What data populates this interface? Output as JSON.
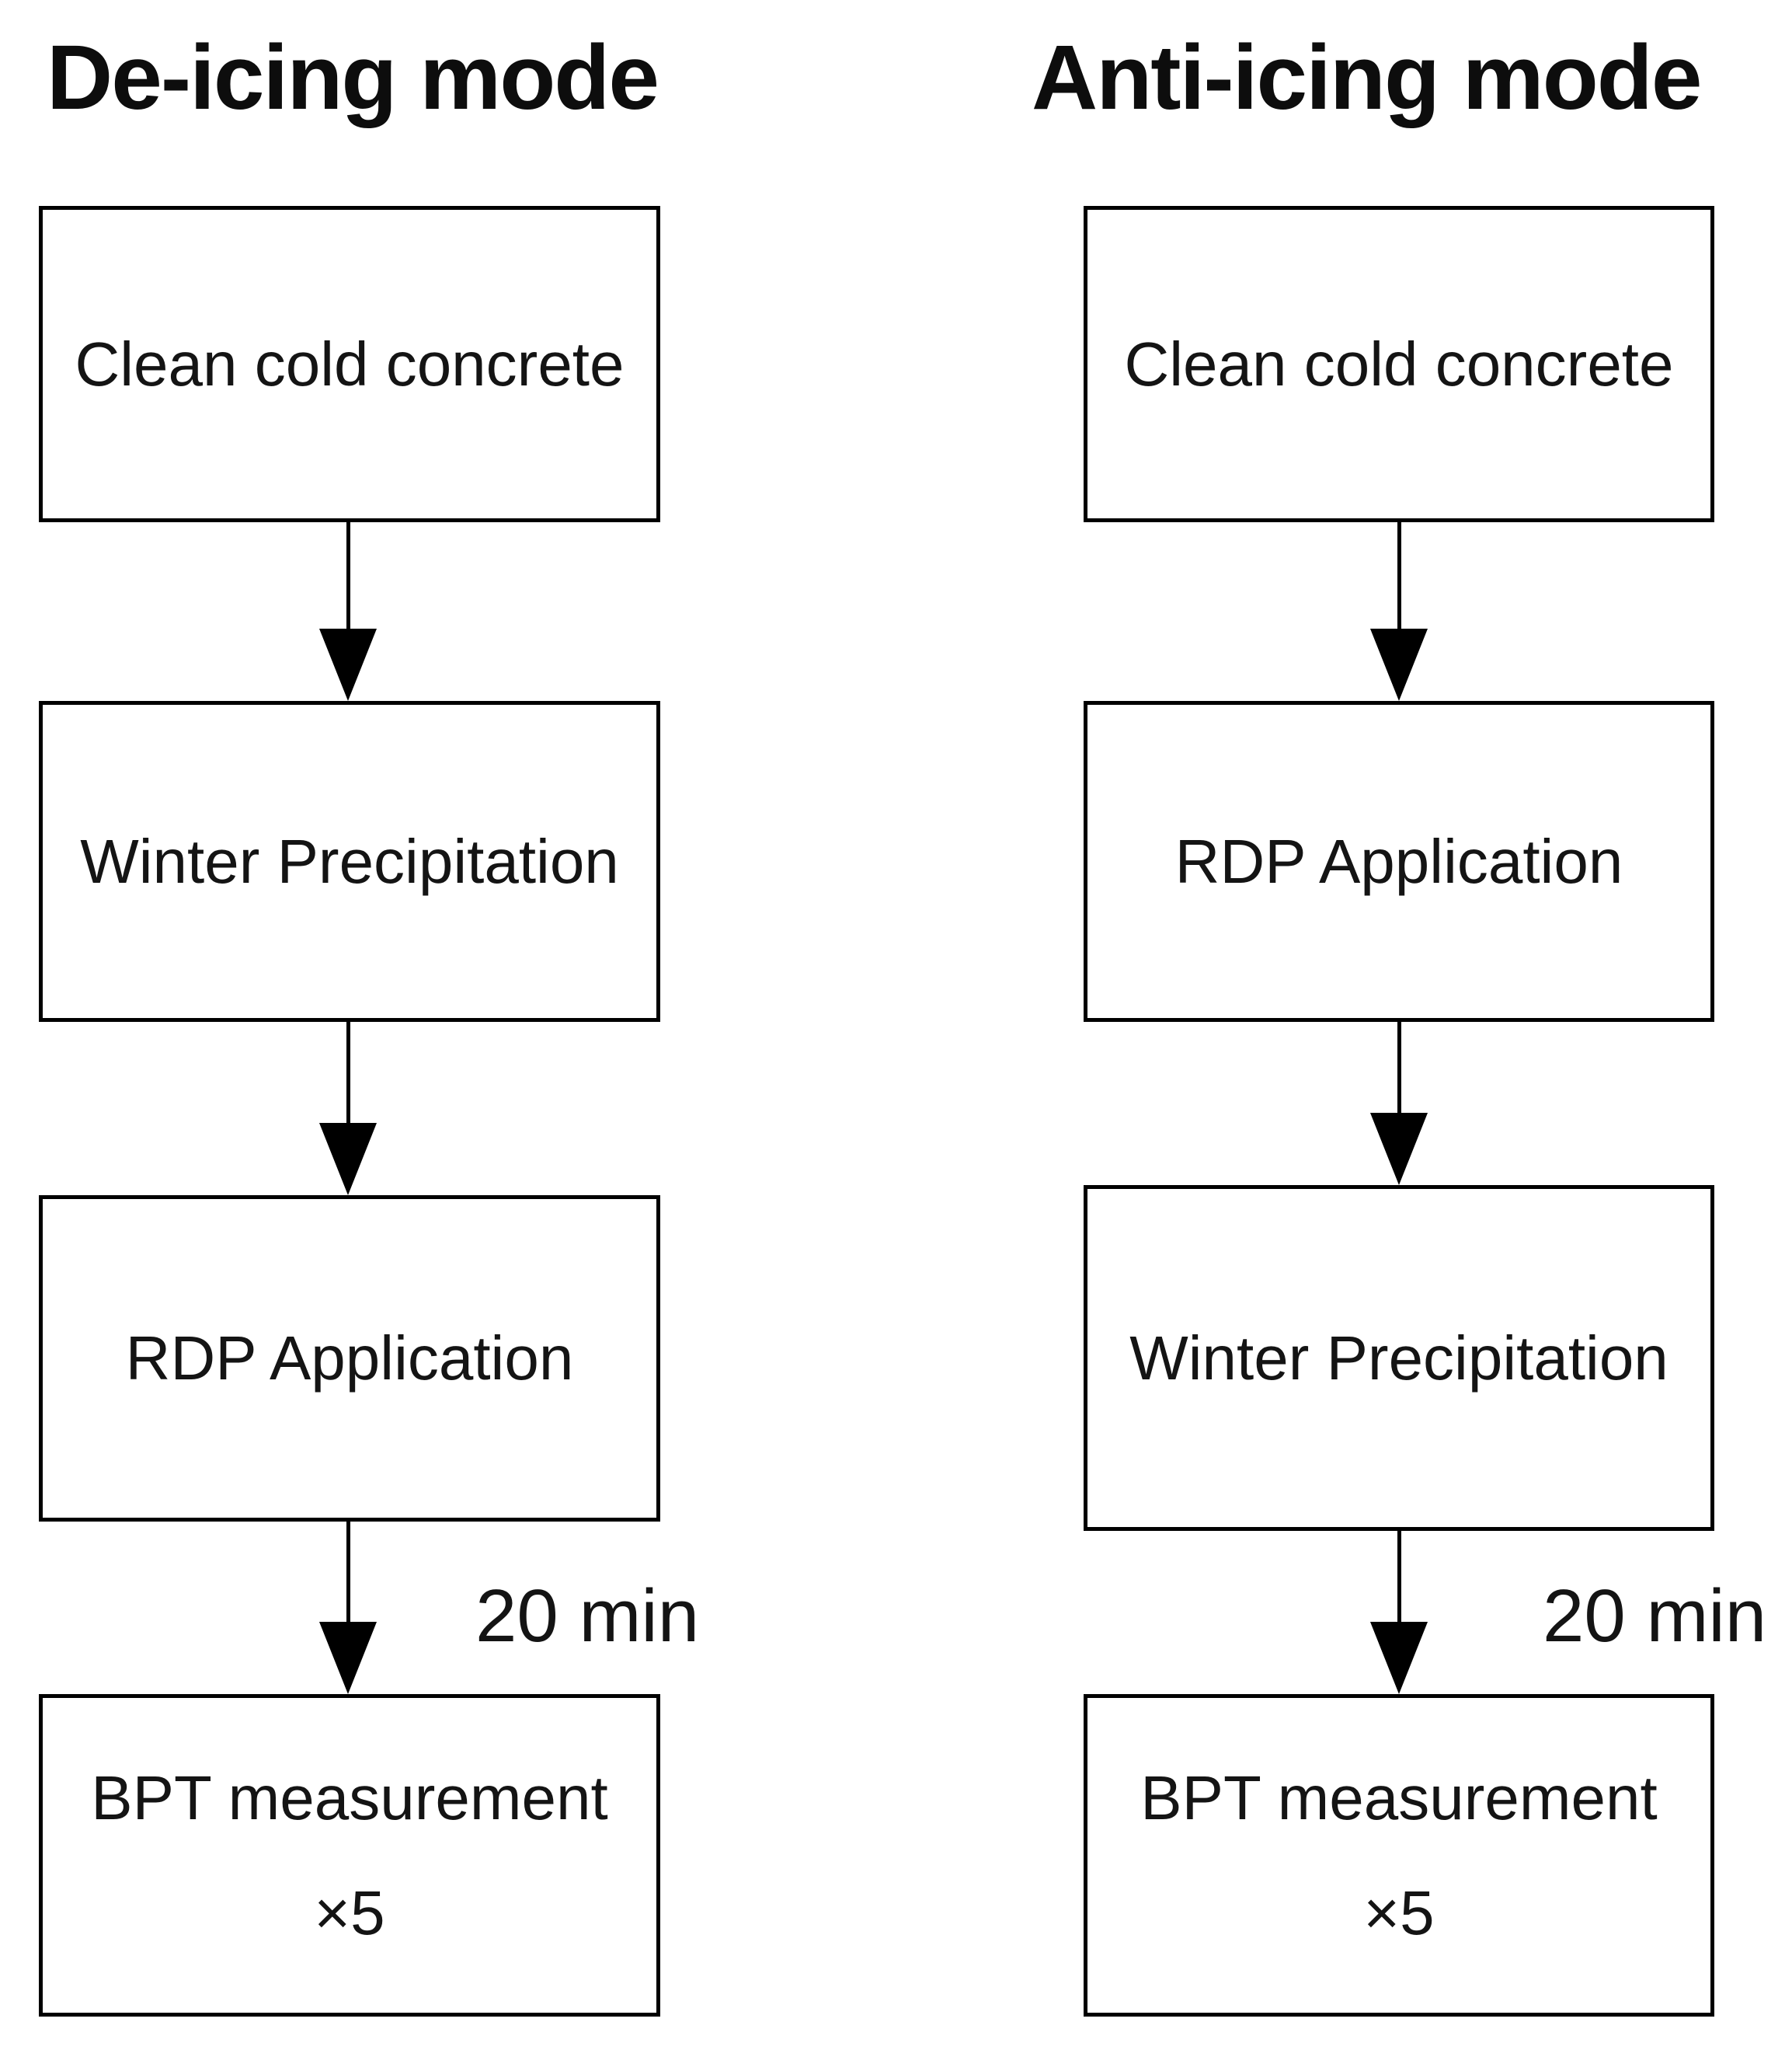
{
  "diagram": {
    "background": "#ffffff",
    "line_color": "#000000",
    "text_color": "#141414",
    "columns": [
      {
        "title": "De-icing mode",
        "steps": [
          "Clean cold concrete",
          "Winter Precipitation",
          "RDP Application",
          "BPT measurement"
        ],
        "repeat_note": "×5",
        "arrow_time_label": "20 min"
      },
      {
        "title": "Anti-icing mode",
        "steps": [
          "Clean cold concrete",
          "RDP Application",
          "Winter Precipitation",
          "BPT measurement"
        ],
        "repeat_note": "×5",
        "arrow_time_label": "20 min"
      }
    ]
  }
}
